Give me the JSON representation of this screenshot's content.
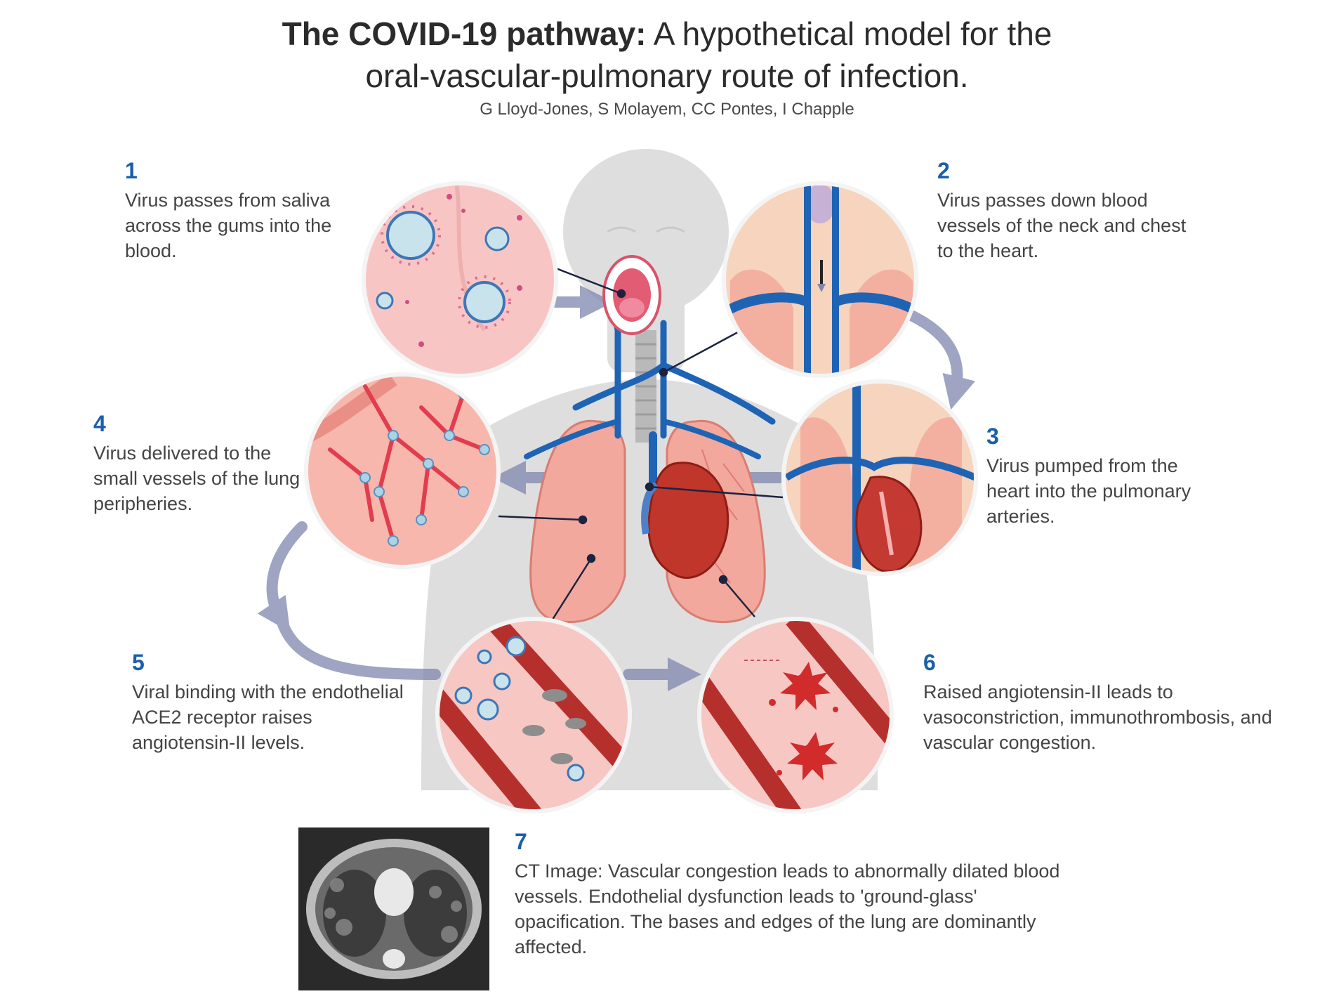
{
  "title": {
    "bold": "The COVID-19 pathway:",
    "rest_line1": " A hypothetical model for the",
    "line2": "oral-vascular-pulmonary route of infection."
  },
  "authors": "G Lloyd-Jones, S Molayem, CC Pontes, I Chapple",
  "steps": [
    {
      "num": "1",
      "text": "Virus passes from saliva across the gums into the blood."
    },
    {
      "num": "2",
      "text": "Virus passes down blood vessels of the neck and chest to the heart."
    },
    {
      "num": "3",
      "text": "Virus pumped from the heart into the pulmonary arteries."
    },
    {
      "num": "4",
      "text": "Virus delivered to the small vessels of the lung peripheries."
    },
    {
      "num": "5",
      "text": "Viral binding with the endothelial ACE2 receptor raises angiotensin-II levels."
    },
    {
      "num": "6",
      "text": "Raised angiotensin-II leads to vasoconstriction, immunothrombosis, and vascular congestion."
    },
    {
      "num": "7",
      "text": "CT Image: Vascular congestion leads to abnormally dilated blood vessels. Endothelial dysfunction leads to 'ground-glass' opacification. The bases and edges of the lung are dominantly affected."
    }
  ],
  "colors": {
    "accent_blue": "#1a5fa8",
    "vessel_blue": "#1f64b4",
    "tissue_pink": "#f7c9c9",
    "vessel_red": "#c92c2c",
    "silhouette": "#dcdcdc",
    "arrow": "#7e86ae"
  }
}
